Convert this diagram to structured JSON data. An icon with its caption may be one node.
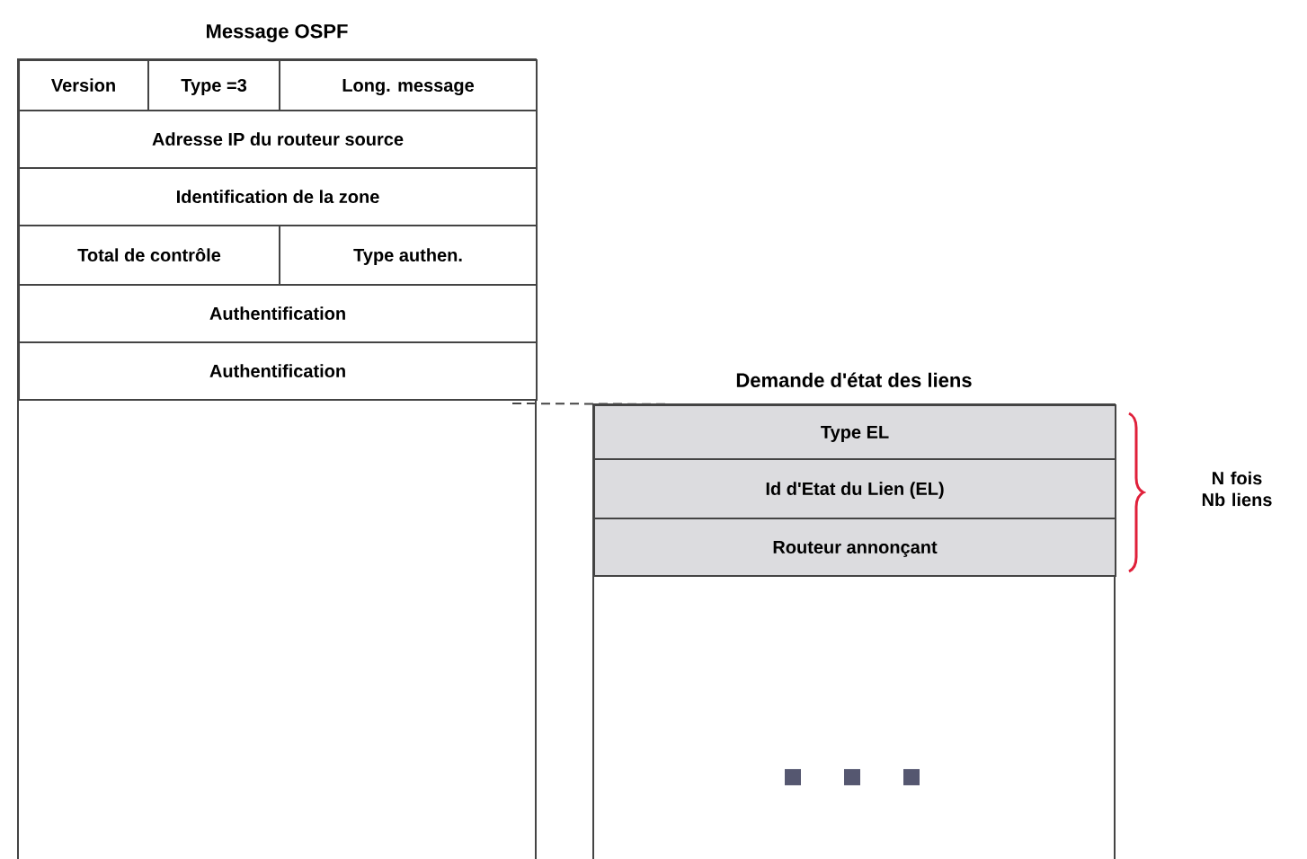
{
  "diagram": {
    "nodes": [
      {
        "text": [
          "Message OSPF"
        ]
      },
      {
        "text": [
          "Version"
        ],
        "in": 0
      },
      {
        "text": [
          "Type =3"
        ],
        "in": 0
      },
      {
        "text": [
          "Long. message"
        ],
        "in": 0
      },
      {
        "text": [
          "Adresse IP du routeur source"
        ],
        "in": 0
      },
      {
        "text": [
          "Identification de la zone"
        ],
        "in": 0
      },
      {
        "text": [
          "Total de contrôle"
        ],
        "in": 0
      },
      {
        "text": [
          "Type authen."
        ],
        "in": 0
      },
      {
        "text": [
          "Authentification"
        ],
        "in": 0
      },
      {
        "text": [
          "Authentification"
        ],
        "in": 0
      },
      {
        "text": [
          "Demande d'état des liens"
        ]
      },
      {
        "text": [
          "Type EL"
        ],
        "in": 10
      },
      {
        "text": [
          "Id d'Etat du Lien (EL)"
        ],
        "in": 10
      },
      {
        "text": [
          "Routeur annonçant"
        ],
        "in": 10
      }
    ],
    "edges": [
      {
        "from": 9,
        "to": 11,
        "arrow": "none",
        "style": "dashed"
      }
    ],
    "labels": [
      "N fois Nb liens"
    ]
  }
}
